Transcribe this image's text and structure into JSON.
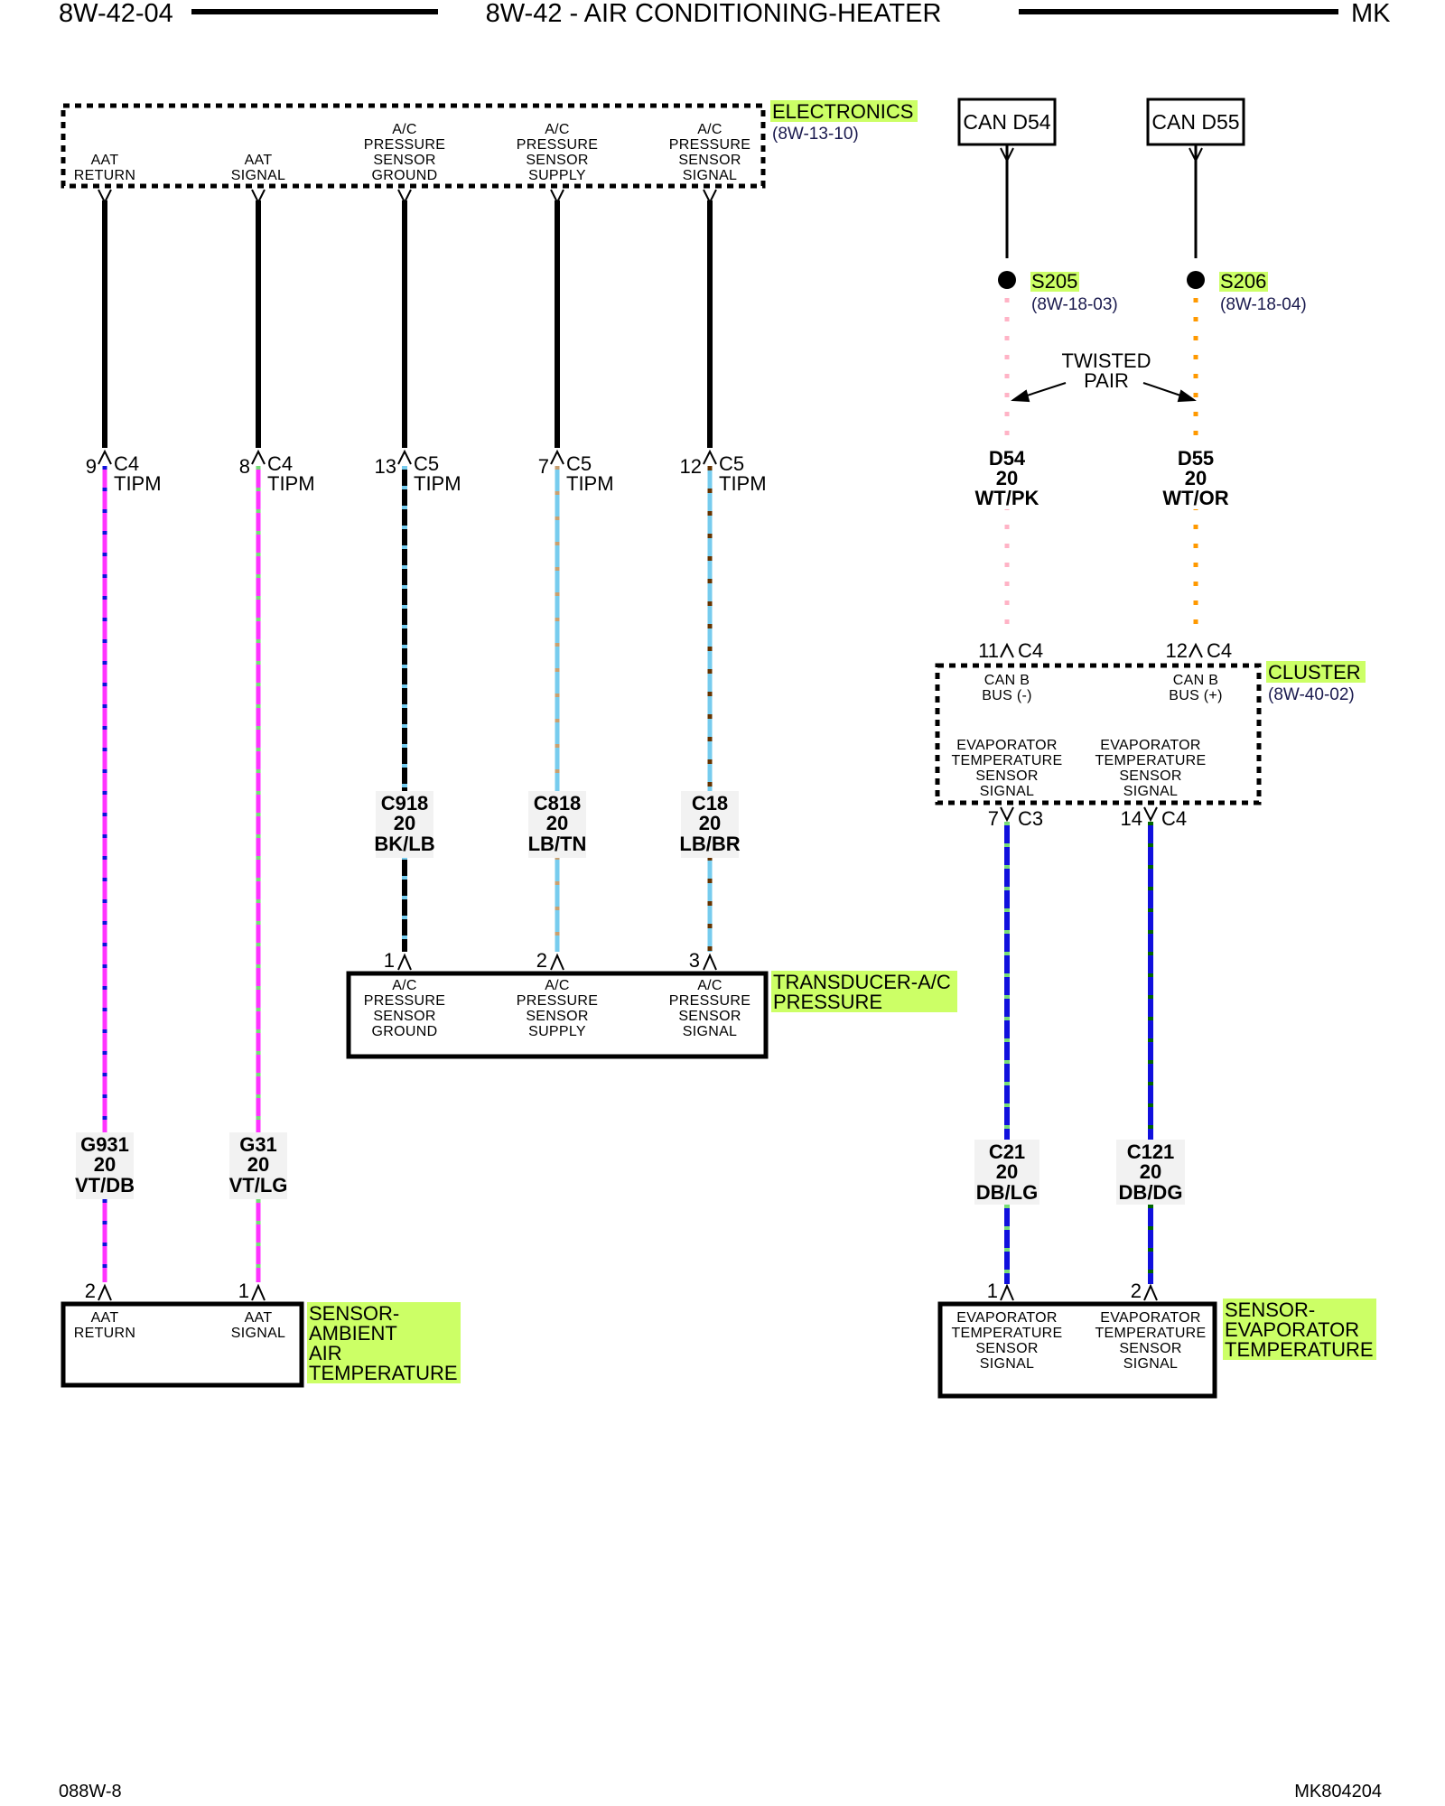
{
  "header": {
    "left": "8W-42-04",
    "title": "8W-42 - AIR CONDITIONING-HEATER",
    "right": "MK"
  },
  "footer": {
    "left": "088W-8",
    "right": "MK804204"
  },
  "colors": {
    "highlight": "#ccff66",
    "black": "#000000",
    "violet": "#ff33ff",
    "light_blue": "#77ccee",
    "dark_blue": "#1010dd",
    "white_pink_dot": "#ffb3c6",
    "orange": "#ff9900",
    "tan": "#c8a070",
    "light_green": "#77dd77",
    "brown": "#663300",
    "dark_green": "#006600"
  },
  "electronics": {
    "name": "ELECTRONICS",
    "ref": "(8W-13-10)",
    "pins": [
      [
        "AAT",
        "RETURN"
      ],
      [
        "AAT",
        "SIGNAL"
      ],
      [
        "A/C",
        "PRESSURE",
        "SENSOR",
        "GROUND"
      ],
      [
        "A/C",
        "PRESSURE",
        "SENSOR",
        "SUPPLY"
      ],
      [
        "A/C",
        "PRESSURE",
        "SENSOR",
        "SIGNAL"
      ]
    ]
  },
  "tipm_pins": [
    {
      "pin": "9",
      "conn": "C4",
      "module": "TIPM"
    },
    {
      "pin": "8",
      "conn": "C4",
      "module": "TIPM"
    },
    {
      "pin": "13",
      "conn": "C5",
      "module": "TIPM"
    },
    {
      "pin": "7",
      "conn": "C5",
      "module": "TIPM"
    },
    {
      "pin": "12",
      "conn": "C5",
      "module": "TIPM"
    }
  ],
  "wires": [
    {
      "circuit": "G931",
      "gauge": "20",
      "color": "VT/DB"
    },
    {
      "circuit": "G31",
      "gauge": "20",
      "color": "VT/LG"
    },
    {
      "circuit": "C918",
      "gauge": "20",
      "color": "BK/LB"
    },
    {
      "circuit": "C818",
      "gauge": "20",
      "color": "LB/TN"
    },
    {
      "circuit": "C18",
      "gauge": "20",
      "color": "LB/BR"
    },
    {
      "circuit": "D54",
      "gauge": "20",
      "color": "WT/PK"
    },
    {
      "circuit": "D55",
      "gauge": "20",
      "color": "WT/OR"
    },
    {
      "circuit": "C21",
      "gauge": "20",
      "color": "DB/LG"
    },
    {
      "circuit": "C121",
      "gauge": "20",
      "color": "DB/DG"
    }
  ],
  "transducer": {
    "name_line1": "TRANSDUCER-A/C",
    "name_line2": "PRESSURE",
    "pin_numbers": [
      "1",
      "2",
      "3"
    ],
    "pins": [
      [
        "A/C",
        "PRESSURE",
        "SENSOR",
        "GROUND"
      ],
      [
        "A/C",
        "PRESSURE",
        "SENSOR",
        "SUPPLY"
      ],
      [
        "A/C",
        "PRESSURE",
        "SENSOR",
        "SIGNAL"
      ]
    ]
  },
  "sensor_aat": {
    "name": [
      "SENSOR-",
      "AMBIENT",
      "AIR",
      "TEMPERATURE"
    ],
    "pin_numbers": [
      "2",
      "1"
    ],
    "pins": [
      [
        "AAT",
        "RETURN"
      ],
      [
        "AAT",
        "SIGNAL"
      ]
    ]
  },
  "can": {
    "box1": "CAN D54",
    "box2": "CAN D55",
    "splice1": {
      "name": "S205",
      "ref": "(8W-18-03)"
    },
    "splice2": {
      "name": "S206",
      "ref": "(8W-18-04)"
    },
    "twisted": [
      "TWISTED",
      "PAIR"
    ]
  },
  "cluster": {
    "name": "CLUSTER",
    "ref": "(8W-40-02)",
    "top_pins": [
      {
        "pin": "11",
        "conn": "C4",
        "label": [
          "CAN B",
          "BUS (-)"
        ]
      },
      {
        "pin": "12",
        "conn": "C4",
        "label": [
          "CAN B",
          "BUS (+)"
        ]
      }
    ],
    "bottom_pins": [
      {
        "pin": "7",
        "conn": "C3",
        "label": [
          "EVAPORATOR",
          "TEMPERATURE",
          "SENSOR",
          "SIGNAL"
        ]
      },
      {
        "pin": "14",
        "conn": "C4",
        "label": [
          "EVAPORATOR",
          "TEMPERATURE",
          "SENSOR",
          "SIGNAL"
        ]
      }
    ]
  },
  "sensor_evap": {
    "name": [
      "SENSOR-",
      "EVAPORATOR",
      "TEMPERATURE"
    ],
    "pin_numbers": [
      "1",
      "2"
    ],
    "pins": [
      [
        "EVAPORATOR",
        "TEMPERATURE",
        "SENSOR",
        "SIGNAL"
      ],
      [
        "EVAPORATOR",
        "TEMPERATURE",
        "SENSOR",
        "SIGNAL"
      ]
    ]
  }
}
